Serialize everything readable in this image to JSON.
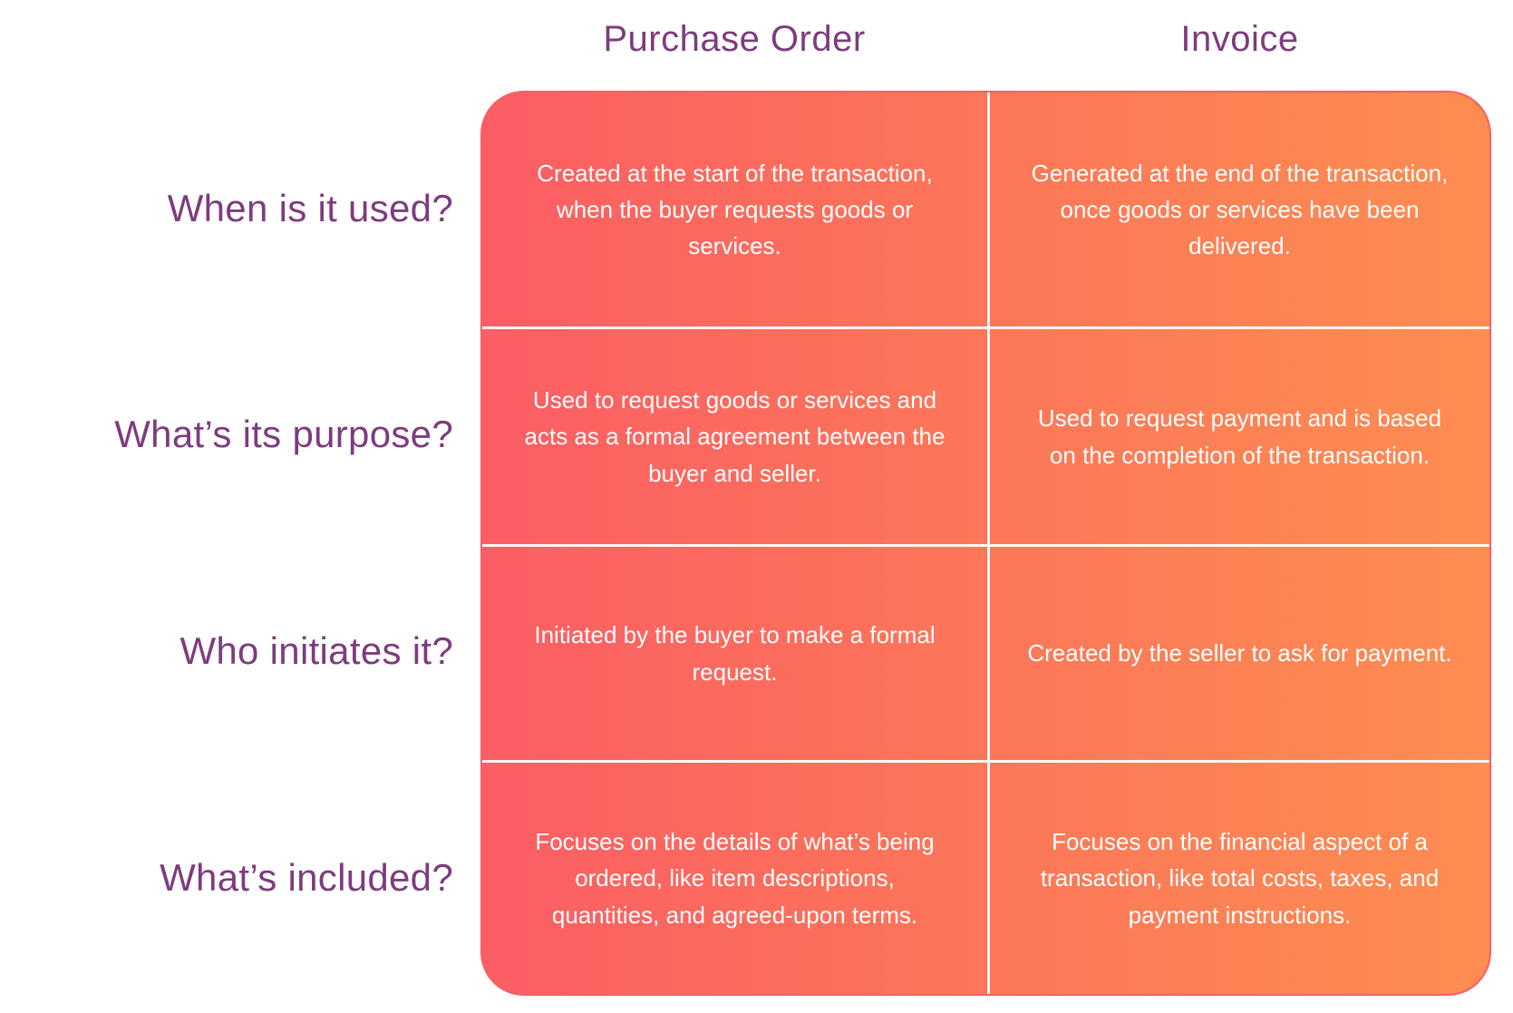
{
  "table": {
    "columns": [
      {
        "header": "Purchase Order"
      },
      {
        "header": "Invoice"
      }
    ],
    "rows": [
      {
        "label": "When is it used?",
        "purchase_order": "Created at the start of the transaction, when the buyer requests goods or services.",
        "invoice": "Generated at the end of the transaction, once goods or services have been delivered."
      },
      {
        "label": "What’s its purpose?",
        "purchase_order": "Used to request goods or services and acts as a formal agreement between the buyer and seller.",
        "invoice": "Used to request payment and is based on the completion of the transaction."
      },
      {
        "label": "Who initiates it?",
        "purchase_order": "Initiated by the buyer to make a formal request.",
        "invoice": "Created by the seller to ask for payment."
      },
      {
        "label": "What’s included?",
        "purchase_order": "Focuses on the details of what’s being ordered, like item descriptions, quantities, and agreed-upon terms.",
        "invoice": "Focuses on the financial aspect of a transaction, like total costs, taxes, and payment instructions."
      }
    ]
  },
  "colors": {
    "heading_purple": "#7d3c7e",
    "gradient_left": "#fb5d64",
    "gradient_right": "#fd8d51",
    "card_border_pink": "#fa5e68",
    "divider_white": "#ffffff",
    "cell_text": "#ffffff",
    "page_background": "#ffffff"
  }
}
